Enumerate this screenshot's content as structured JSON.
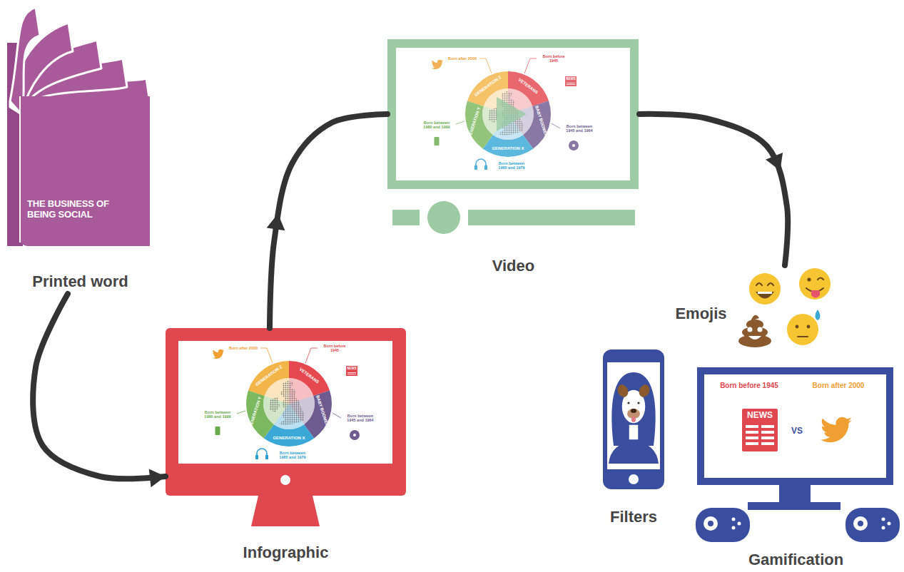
{
  "diagram": {
    "nodes": [
      {
        "text": [
          "THE BUSINESS OF BEING SOCIAL",
          "Printed word"
        ]
      },
      {
        "text": [
          "Infographic"
        ]
      },
      {
        "text": [
          "Video"
        ]
      },
      {
        "text": [
          "Emojis"
        ]
      },
      {
        "text": [
          "Filters"
        ]
      },
      {
        "text": [
          "Born before 1945",
          "NEWS",
          "VS",
          "Born after 2000",
          "Gamification"
        ]
      }
    ],
    "edges": [
      {
        "from": 0,
        "to": 1,
        "arrow": "to"
      },
      {
        "from": 1,
        "to": 2,
        "arrow": "to"
      },
      {
        "from": 2,
        "to": 3,
        "arrow": "to"
      }
    ],
    "labels": [
      "GENERATION Z",
      "VETERANS",
      "BABY BOOMERS",
      "GENERATION X",
      "GENERATION Y",
      "Born after 2000",
      "Born before 1945",
      "Born between 1945 and 1964",
      "Born between 1965 and 1979",
      "Born between 1980 and 1999",
      "NEWS",
      "GENERATION Z",
      "VETERANS",
      "BABY BOOMERS",
      "GENERATION X",
      "GENERATION Y",
      "Born after 2000",
      "Born before 1945",
      "Born between 1945 and 1964",
      "Born between 1965 and 1979",
      "Born between 1980 and 1999",
      "NEWS"
    ]
  }
}
